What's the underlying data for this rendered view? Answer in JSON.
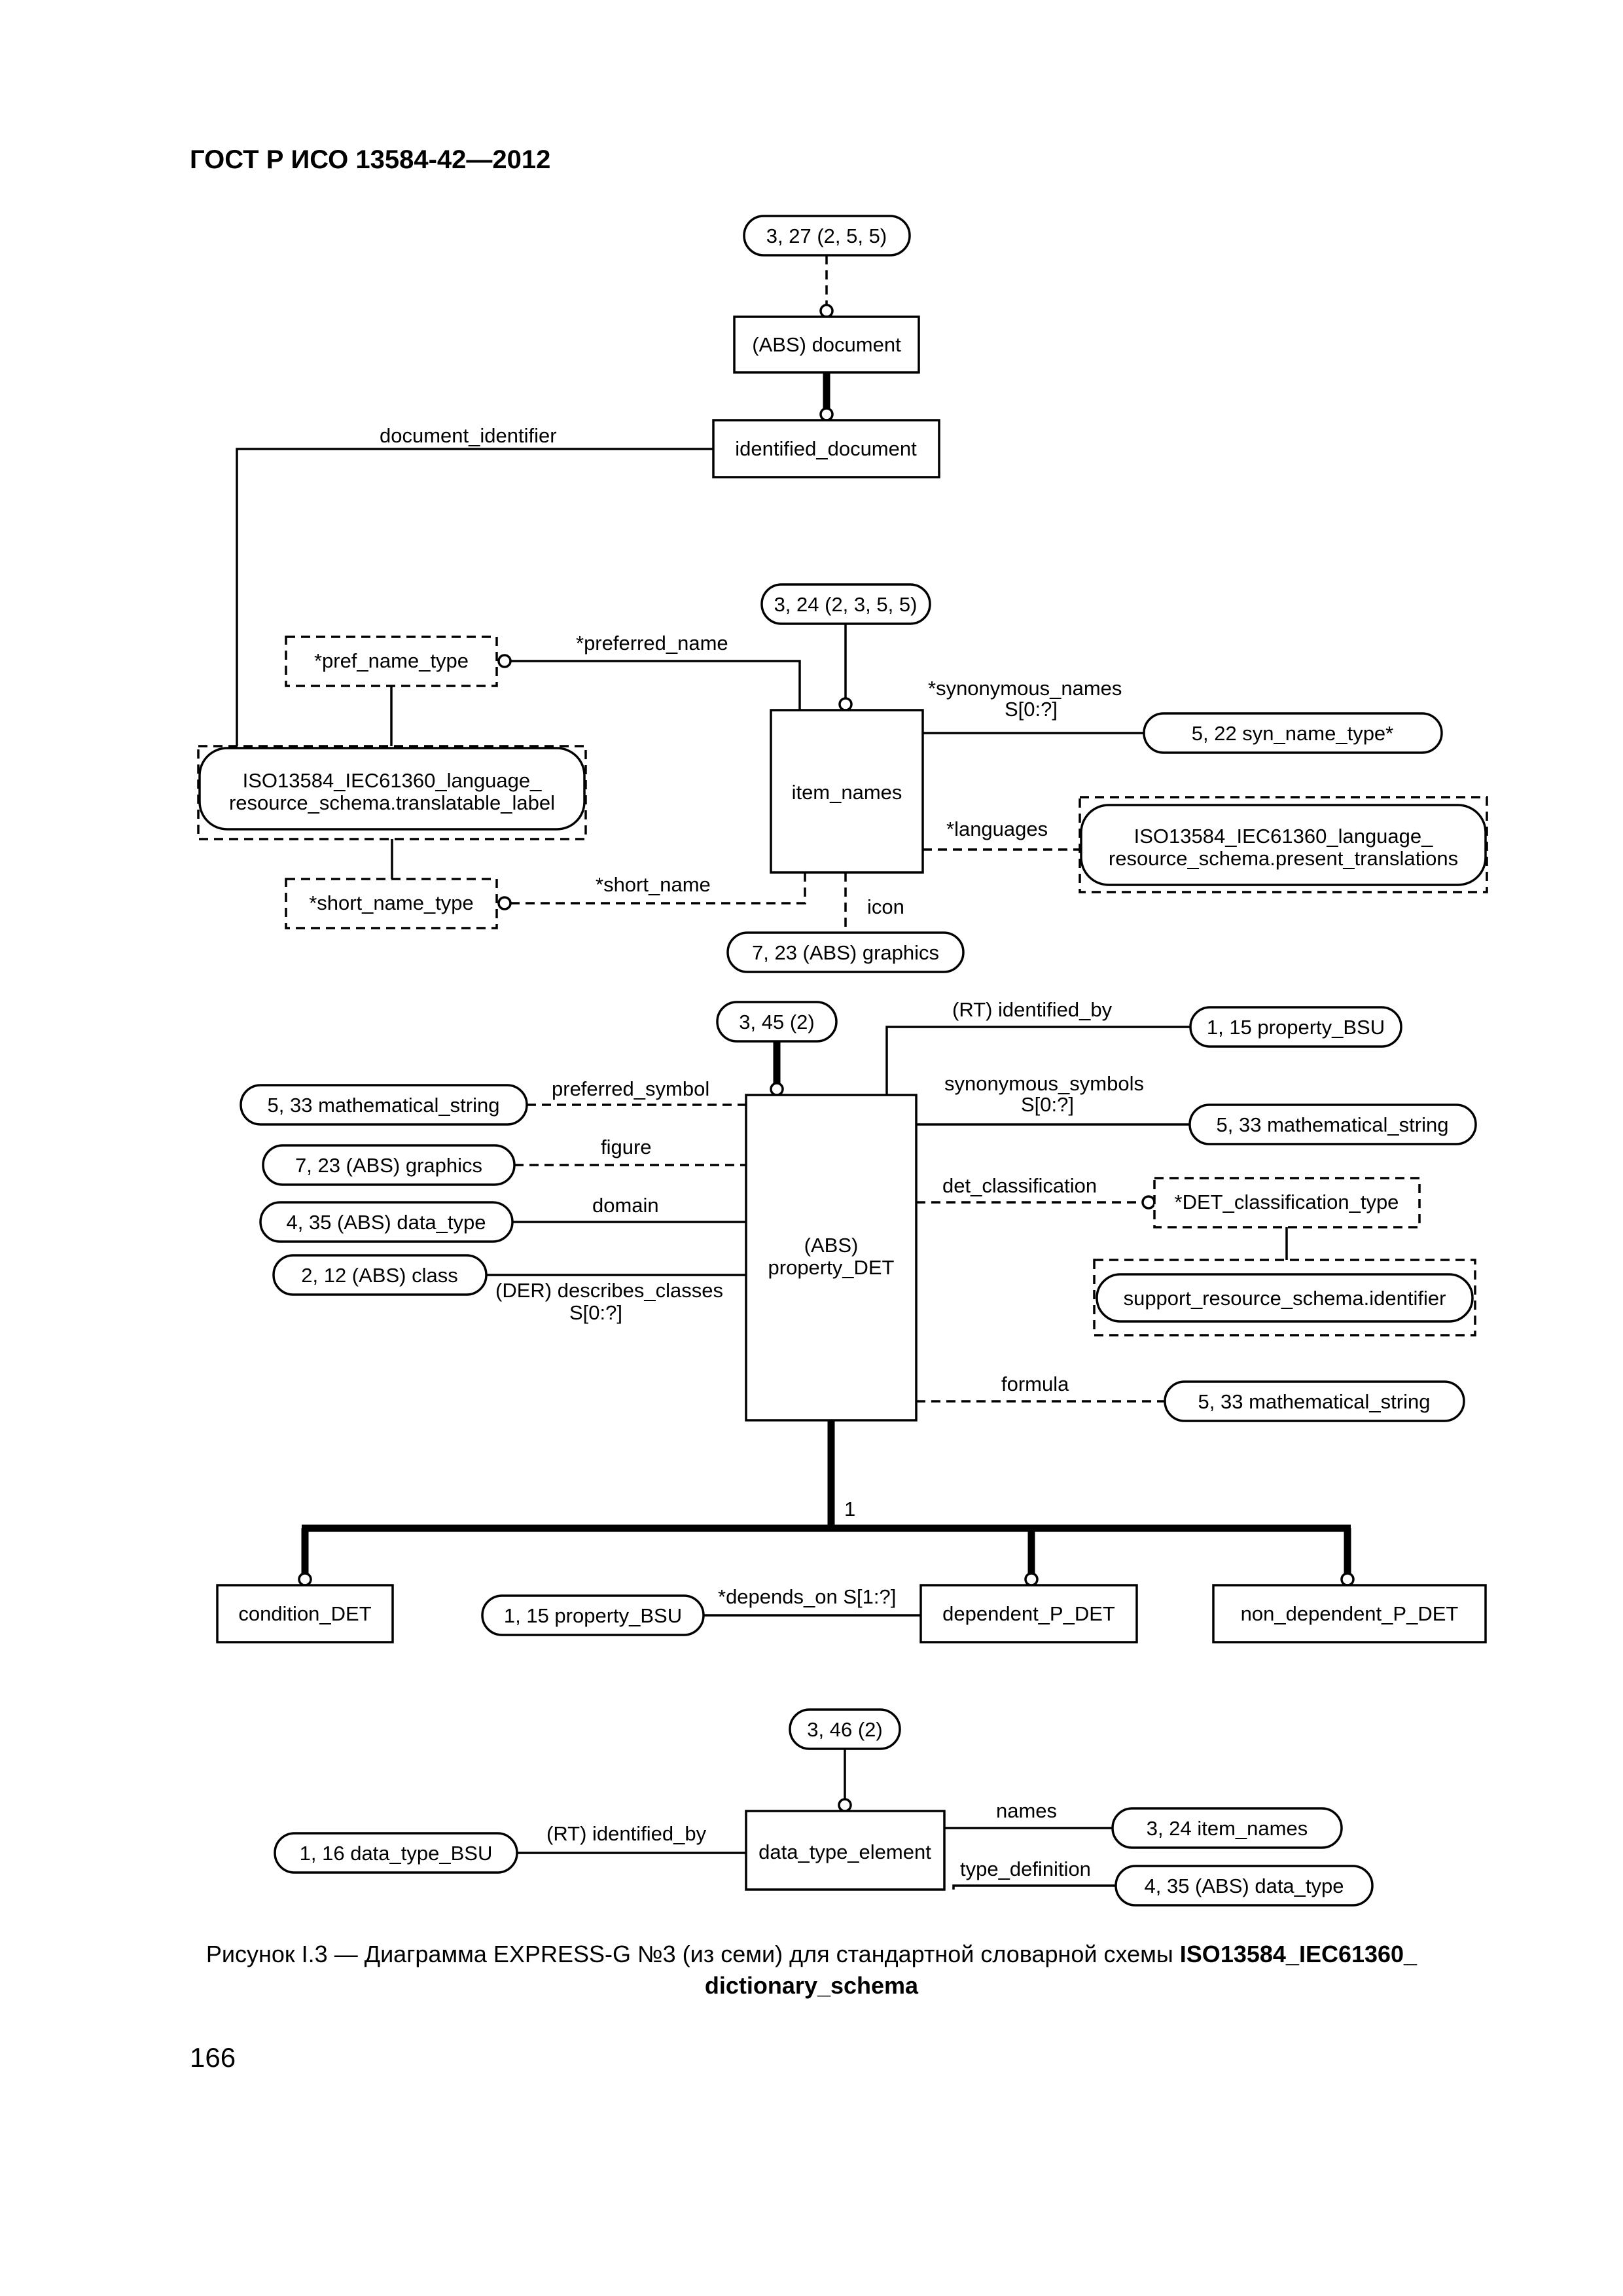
{
  "header": "ГОСТ Р ИСО 13584-42—2012",
  "page_number": "166",
  "caption": {
    "part1": "Рисунок I.3 — Диаграмма EXPRESS-G №3 (из семи) для стандартной словарной схемы ",
    "part2": "ISO13584_IEC61360_",
    "part3": "dictionary_schema"
  },
  "nodes": {
    "ref_3_27": "3, 27 (2, 5, 5)",
    "abs_document": "(ABS) document",
    "identified_document": "identified_document",
    "ref_3_24": "3, 24 (2, 3, 5, 5)",
    "pref_name_type": "*pref_name_type",
    "translatable_label_1": "ISO13584_IEC61360_language_",
    "translatable_label_2": "resource_schema.translatable_label",
    "short_name_type": "*short_name_type",
    "item_names": "item_names",
    "syn_name_type": "5, 22 syn_name_type*",
    "present_translations_1": "ISO13584_IEC61360_language_",
    "present_translations_2": "resource_schema.present_translations",
    "graphics_7_23_top": "7, 23 (ABS) graphics",
    "ref_3_45": "3, 45 (2)",
    "property_bsu_1_15": "1, 15 property_BSU",
    "math_string_left": "5, 33 mathematical_string",
    "graphics_7_23": "7, 23 (ABS) graphics",
    "data_type_4_35": "4, 35 (ABS) data_type",
    "class_2_12": "2, 12 (ABS) class",
    "abs_label": "(ABS)",
    "property_det": "property_DET",
    "math_string_right": "5, 33 mathematical_string",
    "det_classification_type": "*DET_classification_type",
    "support_identifier": "support_resource_schema.identifier",
    "math_string_formula": "5, 33 mathematical_string",
    "condition_det": "condition_DET",
    "property_bsu_depends": "1, 15 property_BSU",
    "dependent_p_det": "dependent_P_DET",
    "non_dependent_p_det": "non_dependent_P_DET",
    "ref_3_46": "3, 46 (2)",
    "data_type_bsu": "1, 16 data_type_BSU",
    "data_type_element": "data_type_element",
    "item_names_3_24": "3, 24 item_names",
    "data_type_4_35_b": "4, 35 (ABS) data_type"
  },
  "labels": {
    "document_identifier": "document_identifier",
    "preferred_name": "*preferred_name",
    "synonymous_names": "*synonymous_names",
    "s_0_q_names": "S[0:?]",
    "languages": "*languages",
    "short_name": "*short_name",
    "icon": "icon",
    "rt_identified_by": "(RT) identified_by",
    "preferred_symbol": "preferred_symbol",
    "synonymous_symbols": "synonymous_symbols",
    "s_0_q_symbols": "S[0:?]",
    "figure": "figure",
    "domain": "domain",
    "det_classification": "det_classification",
    "der_describes_classes": "(DER) describes_classes",
    "s_0_q_classes": "S[0:?]",
    "formula": "formula",
    "one": "1",
    "depends_on": "*depends_on S[1:?]",
    "rt_identified_by_2": "(RT) identified_by",
    "names": "names",
    "type_definition": "type_definition"
  }
}
